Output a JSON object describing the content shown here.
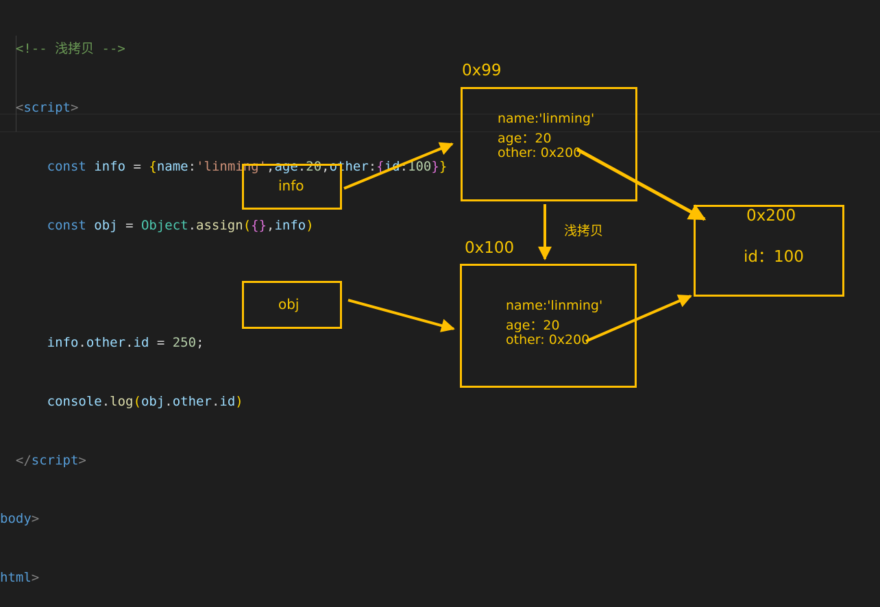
{
  "editor": {
    "comment": "<!-- 浅拷贝 -->",
    "script_tag": "script",
    "body_tag": "body",
    "html_tag": "html",
    "line1": {
      "kw": "const",
      "var": "info",
      "eq": " = ",
      "k1": "name",
      "v1": "'linming'",
      "k2": "age",
      "v2": "20",
      "k3": "other",
      "k4": "id",
      "v4": "100"
    },
    "line2": {
      "kw": "const",
      "var": "obj",
      "eq": " = ",
      "cls": "Object",
      "fn": "assign",
      "arg": "info"
    },
    "line4": {
      "v1": "info",
      "v2": "other",
      "v3": "id",
      "eq": " = ",
      "num": "250",
      "end": ";"
    },
    "line5": {
      "v1": "console",
      "fn": "log",
      "v2": "obj",
      "v3": "other",
      "v4": "id"
    }
  },
  "diagram": {
    "info_label": "info",
    "obj_label": "obj",
    "addr_info": "0x99",
    "addr_obj": "0x100",
    "addr_other": "0x200",
    "shallow_copy_label": "浅拷贝",
    "info_obj_lines": [
      "name:'linming'",
      "age：20",
      "other: 0x200"
    ],
    "copy_obj_lines": [
      "name:'linming'",
      "age：20",
      "other: 0x200"
    ],
    "other_obj_content": "id：100",
    "colors": {
      "stroke": "#ffc000",
      "text": "#f5c400",
      "background": "#1e1e1e"
    }
  }
}
